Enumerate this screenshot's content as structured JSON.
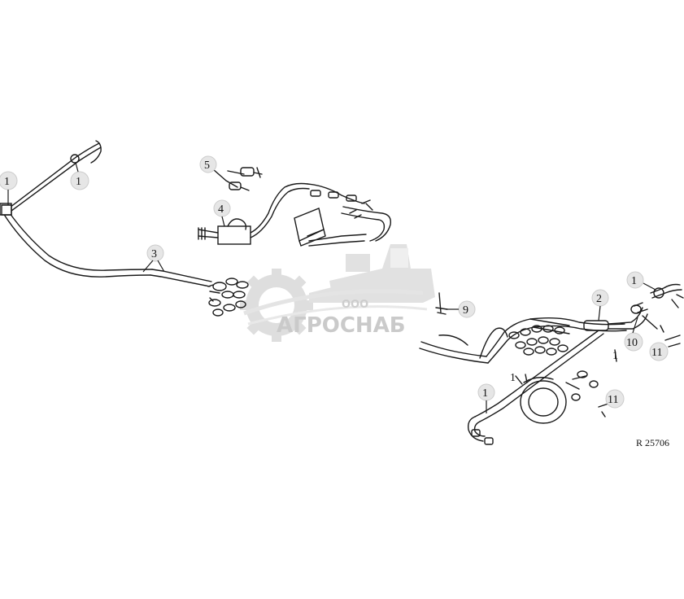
{
  "watermark": {
    "company_prefix": "ООО",
    "company_name": "АГРОСНАБ",
    "color": "#b9b9b9"
  },
  "figure_code": "R 25706",
  "callouts": [
    {
      "label": "1"
    },
    {
      "label": "1"
    },
    {
      "label": "5"
    },
    {
      "label": "4"
    },
    {
      "label": "3"
    },
    {
      "label": "9"
    },
    {
      "label": "2"
    },
    {
      "label": "1"
    },
    {
      "label": "10"
    },
    {
      "label": "11"
    },
    {
      "label": "1"
    },
    {
      "label": "1"
    },
    {
      "label": "1"
    },
    {
      "label": "11"
    }
  ],
  "colors": {
    "line": "#1a1a1a",
    "callout_fill": "#e6e6e6"
  }
}
